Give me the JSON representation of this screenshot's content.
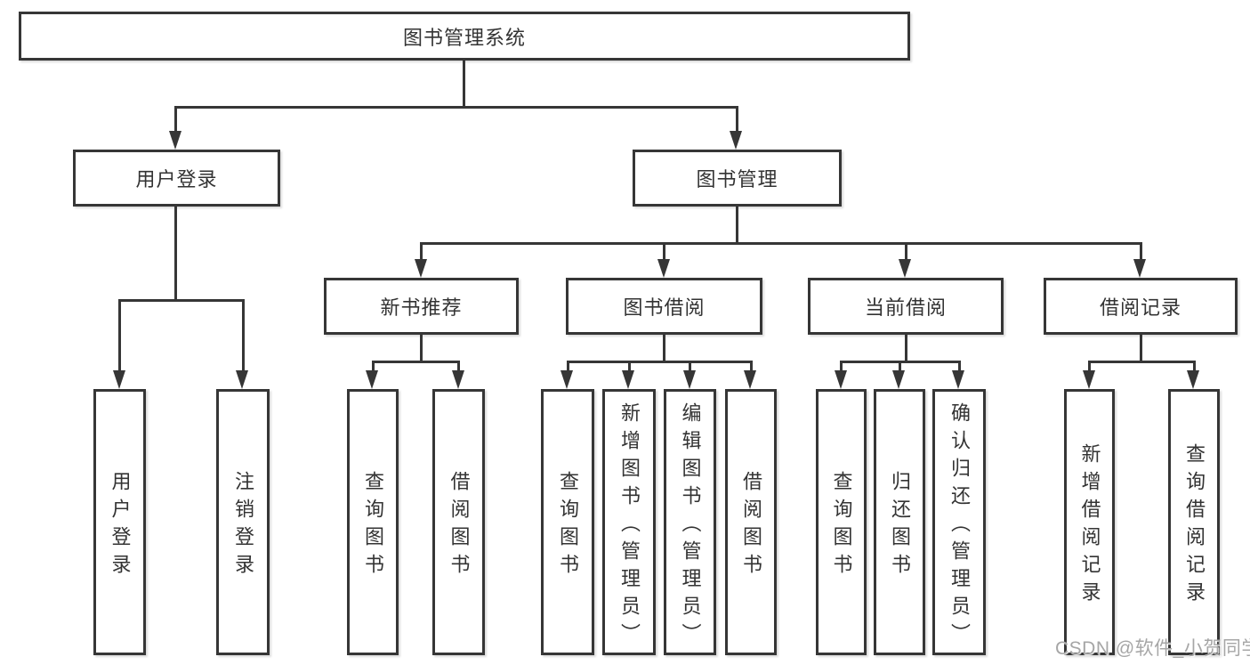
{
  "colors": {
    "line": "#363636",
    "box_border": "#363636",
    "box_background": "#ffffff",
    "text": "#333333",
    "watermark_text_color": "#a6a6a6",
    "page_background": "#ffffff"
  },
  "diagram": {
    "root": {
      "label": "图书管理系统"
    },
    "level2": [
      {
        "label": "用户登录",
        "children": [
          "用户登录",
          "注销登录"
        ]
      },
      {
        "label": "图书管理"
      }
    ],
    "level3": [
      {
        "label": "新书推荐",
        "children": [
          "查询图书",
          "借阅图书"
        ]
      },
      {
        "label": "图书借阅",
        "children": [
          "查询图书",
          "新增图书（管理员）",
          "编辑图书（管理员）",
          "借阅图书"
        ]
      },
      {
        "label": "当前借阅",
        "children": [
          "查询图书",
          "归还图书",
          "确认归还（管理员）"
        ]
      },
      {
        "label": "借阅记录",
        "children": [
          "新增借阅记录",
          "查询借阅记录"
        ]
      }
    ]
  },
  "watermark": {
    "text": "CSDN @软件_小贺同学"
  }
}
